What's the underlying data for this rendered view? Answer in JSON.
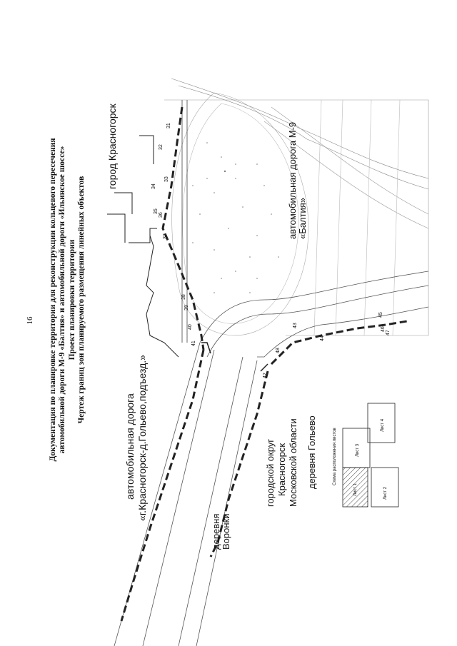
{
  "page_number": "16",
  "title": {
    "line1": "Документация по планировке территории для реконструкции кольцевого пересечения",
    "line2": "автомобильной дороги М-9 «Балтия» и автомобильной дороги «Ильинское шоссе»",
    "line3": "Проект планировки территории",
    "line4": "Чертеж границ зон планируемого размещения линейных объектов"
  },
  "map_labels": {
    "city": "город Красногорск",
    "highway_m9": "автомобильная дорога М-9 «Балтия»",
    "road_line1": "автомобильная дорога",
    "road_line2": "«г.Красногорск-д.Гольево,подъезд.»",
    "village_voronki": "деревня Воронки",
    "district_line1": "городской округ",
    "district_line2": "Красногорск",
    "district_line3": "Московской области",
    "village_golevo": "деревня Гольево"
  },
  "point_numbers": [
    "31",
    "32",
    "33",
    "34",
    "35",
    "36",
    "37",
    "38",
    "39",
    "40",
    "41",
    "42",
    "43",
    "44",
    "45",
    "46",
    "47",
    "48"
  ],
  "inset": {
    "title": "Схема расположения листов",
    "sheets": [
      "Лист 1",
      "Лист 2",
      "Лист 3",
      "Лист 4"
    ]
  }
}
